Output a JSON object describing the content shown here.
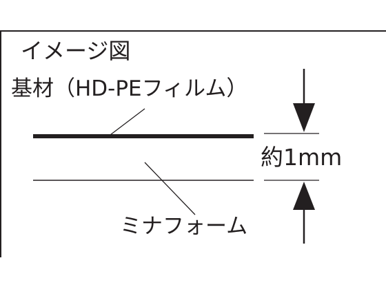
{
  "diagram": {
    "title": "イメージ図",
    "base_label": "基材（HD-PEフィルム）",
    "thickness_label": "約1mm",
    "foam_label": "ミナフォーム",
    "colors": {
      "ink": "#231f20",
      "background": "#ffffff"
    }
  }
}
